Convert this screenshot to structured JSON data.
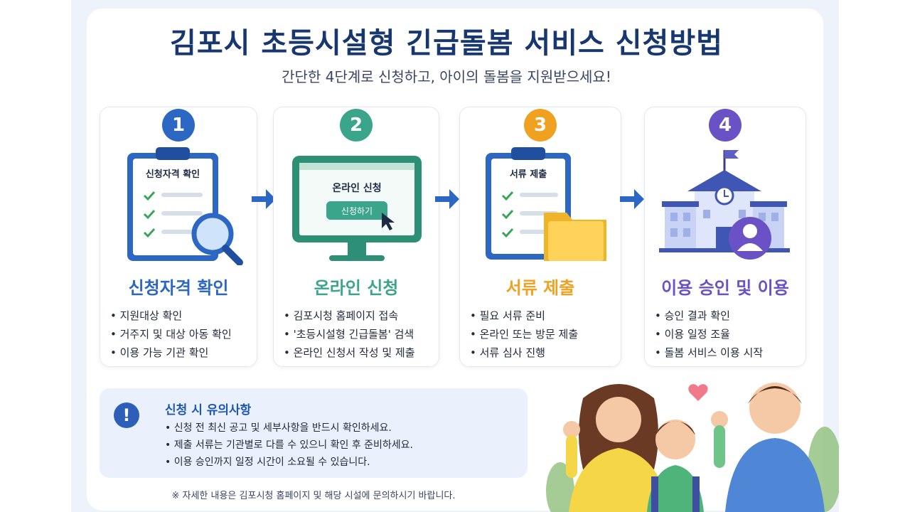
{
  "title": "김포시 초등시설형 긴급돌봄 서비스 신청방법",
  "subtitle": "간단한 4단계로 신청하고, 아이의 돌봄을 지원받으세요!",
  "colors": {
    "navy": "#17376e",
    "step1": "#2d67c4",
    "step2": "#3aa58a",
    "step3": "#f0a11f",
    "step4": "#6a52c6"
  },
  "steps": [
    {
      "number": "1",
      "illustration_label": "신청자격 확인",
      "title": "신청자격 확인",
      "icon": "clipboard-magnifier-icon",
      "items": [
        "지원대상 확인",
        "거주지 및 대상 아동 확인",
        "이용 가능 기관 확인"
      ]
    },
    {
      "number": "2",
      "illustration_label": "온라인 신청",
      "illustration_button": "신청하기",
      "title": "온라인 신청",
      "icon": "monitor-icon",
      "items": [
        "김포시청 홈페이지 접속",
        "'초등시설형 긴급돌봄' 검색",
        "온라인 신청서 작성 및 제출"
      ]
    },
    {
      "number": "3",
      "illustration_label": "서류 제출",
      "title": "서류 제출",
      "icon": "clipboard-folder-icon",
      "items": [
        "필요 서류 준비",
        "온라인 또는 방문 제출",
        "서류 심사 진행"
      ]
    },
    {
      "number": "4",
      "title": "이용 승인 및 이용",
      "icon": "school-building-icon",
      "items": [
        "승인 결과 확인",
        "이용 일정 조율",
        "돌봄 서비스 이용 시작"
      ]
    }
  ],
  "notice": {
    "icon_glyph": "!",
    "title": "신청 시 유의사항",
    "items": [
      "신청 전 최신 공고 및 세부사항을 반드시 확인하세요.",
      "제출 서류는 기관별로 다를 수 있으니 확인 후 준비하세요.",
      "이용 승인까지 일정 시간이 소요될 수 있습니다."
    ]
  },
  "footnote": "※ 자세한 내용은 김포시청 홈페이지 및 해당 시설에 문의하시기 바랍니다."
}
